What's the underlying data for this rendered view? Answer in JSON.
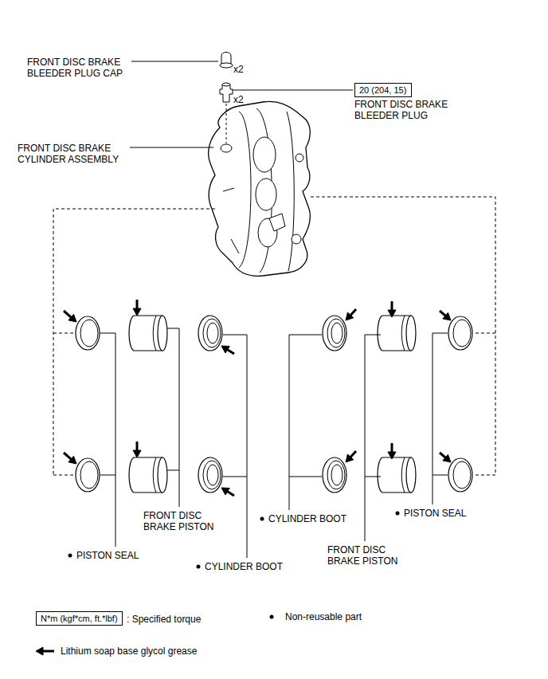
{
  "diagram": {
    "nodes": [
      {
        "text": [
          "20 (204, 15)"
        ]
      },
      {
        "text": [
          "N*m (kgf*cm, ft.*lbf)"
        ]
      }
    ],
    "edges": [],
    "labels": [
      "FRONT DISC BRAKE BLEEDER PLUG CAP",
      "x2",
      "x2",
      "FRONT DISC BRAKE BLEEDER PLUG",
      "FRONT DISC BRAKE CYLINDER ASSEMBLY",
      "FRONT DISC BRAKE PISTON",
      "PISTON SEAL",
      "CYLINDER BOOT",
      "CYLINDER BOOT",
      "PISTON SEAL",
      "FRONT DISC BRAKE PISTON"
    ],
    "legend": [
      {
        "text": ": Specified torque"
      },
      {
        "text": "Non-reusable part"
      },
      {
        "text": "Lithium soap base glycol grease"
      }
    ]
  }
}
